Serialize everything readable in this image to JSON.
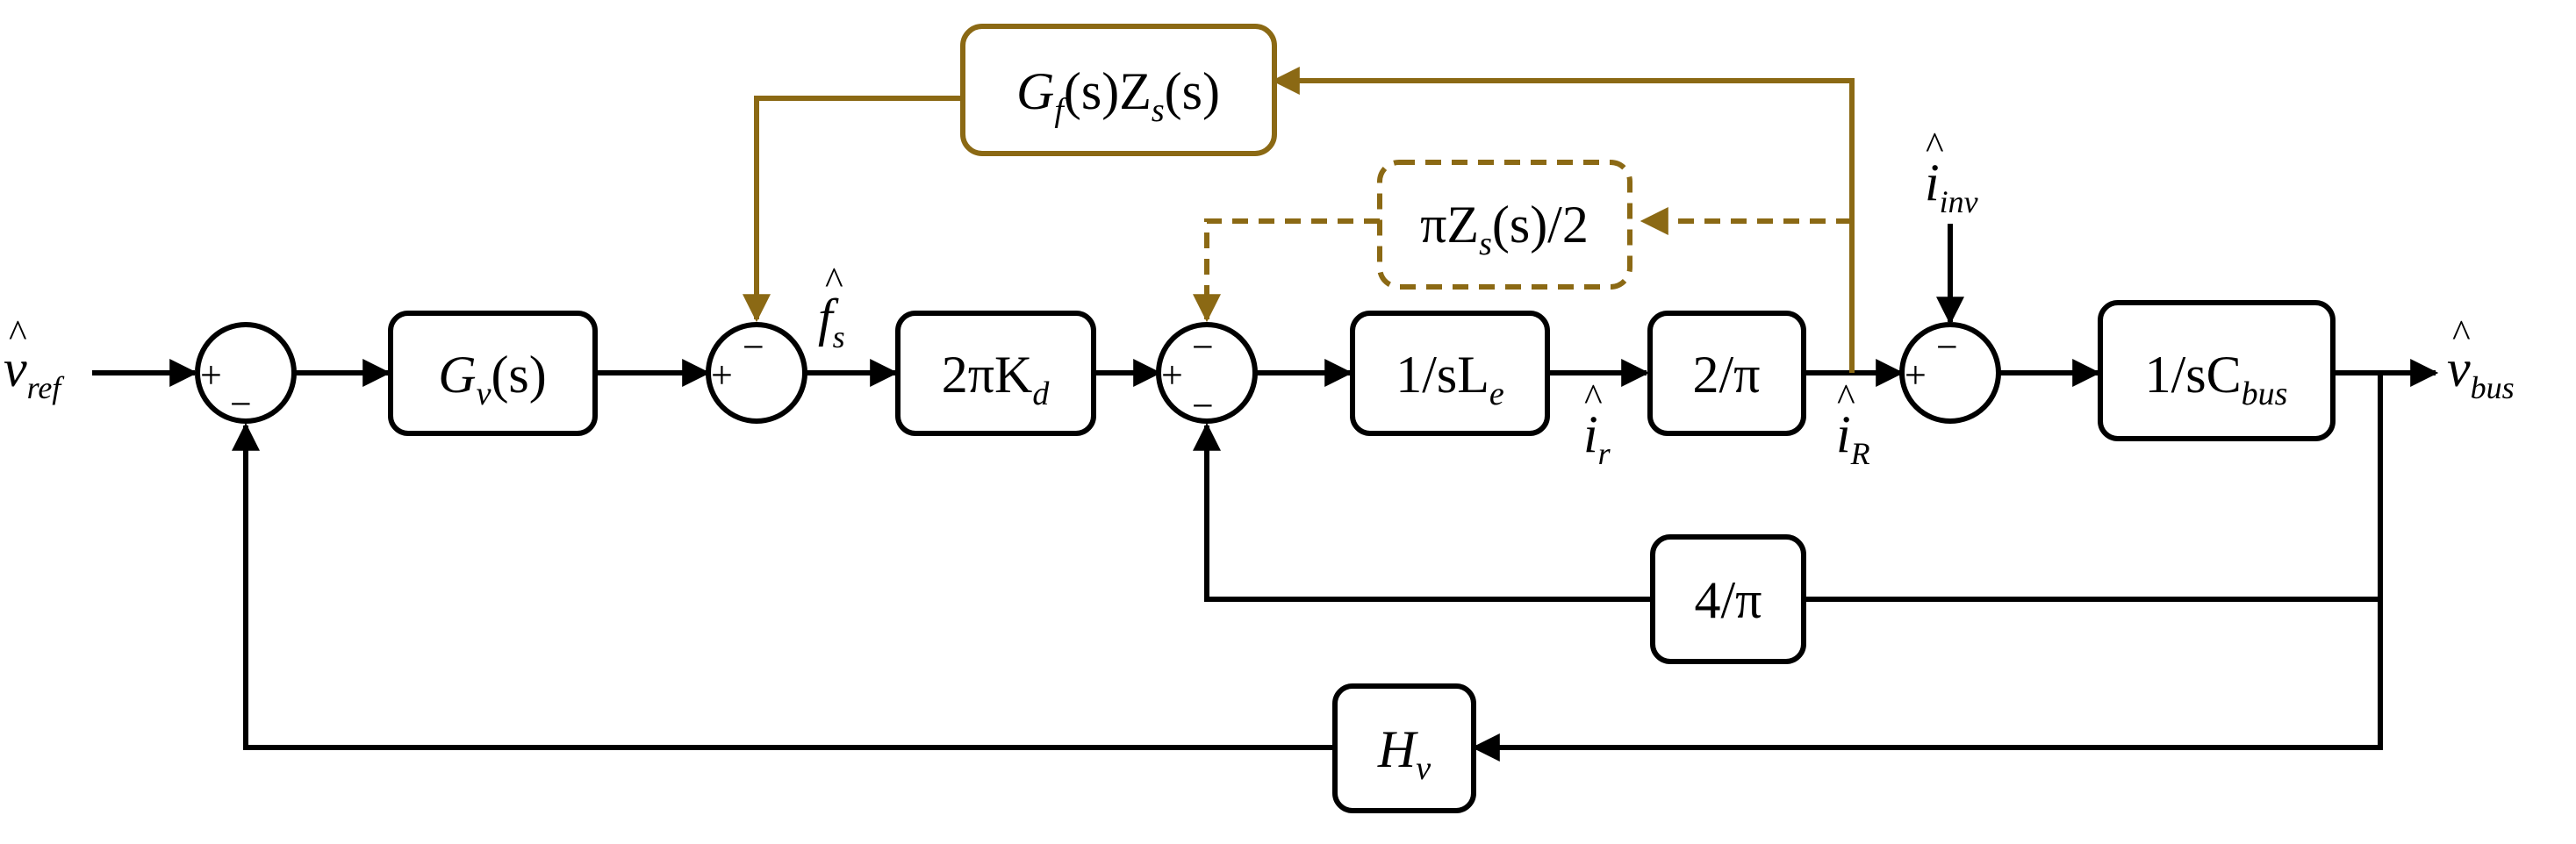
{
  "colors": {
    "main": "#000000",
    "feedback": "#8B6914",
    "background": "#ffffff"
  },
  "blocks": {
    "gv": {
      "pre": "G",
      "sub": "v",
      "post": "(s)"
    },
    "kd": {
      "pre": "2πK",
      "sub": "d",
      "post": ""
    },
    "le": {
      "pre": "1/sL",
      "sub": "e",
      "post": ""
    },
    "two_pi": {
      "pre": "2/π",
      "sub": "",
      "post": ""
    },
    "cbus": {
      "pre": "1/sC",
      "sub": "bus",
      "post": ""
    },
    "four_pi": {
      "pre": "4/π",
      "sub": "",
      "post": ""
    },
    "hv": {
      "pre": "H",
      "sub": "v",
      "post": ""
    },
    "gfzs": {
      "p1": "G",
      "sub1": "f",
      "p2": "(s)Z",
      "sub2": "s",
      "p3": "(s)"
    },
    "pizs": {
      "p1": "πZ",
      "sub1": "s",
      "p2": "(s)/2"
    }
  },
  "signals": {
    "v_ref": {
      "base": "v",
      "sub": "ref"
    },
    "f_s": {
      "base": "f",
      "sub": "s"
    },
    "i_r": {
      "base": "i",
      "sub": "r"
    },
    "i_R": {
      "base": "i",
      "sub": "R"
    },
    "i_inv": {
      "base": "i",
      "sub": "inv"
    },
    "v_bus": {
      "base": "v",
      "sub": "bus"
    }
  },
  "hat": "^",
  "signs": {
    "plus": "+",
    "minus": "−"
  }
}
